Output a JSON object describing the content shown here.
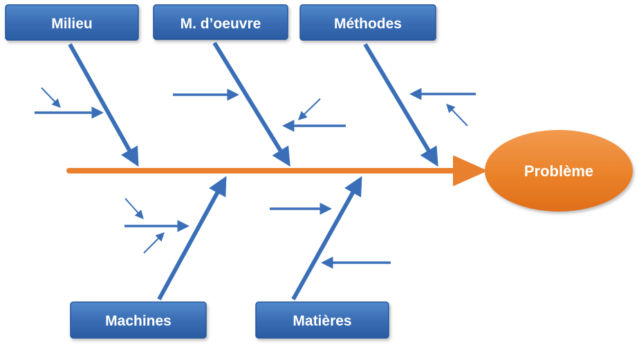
{
  "diagram": {
    "type": "fishbone-ishikawa",
    "problem": {
      "label": "Problème"
    },
    "categories": [
      {
        "id": "milieu",
        "label": "Milieu",
        "position": "top"
      },
      {
        "id": "moeuvre",
        "label": "M. d’oeuvre",
        "position": "top"
      },
      {
        "id": "methodes",
        "label": "Méthodes",
        "position": "top"
      },
      {
        "id": "machines",
        "label": "Machines",
        "position": "bottom"
      },
      {
        "id": "matieres",
        "label": "Matières",
        "position": "bottom"
      }
    ],
    "colors": {
      "spine": "#E8802D",
      "branch_blue": "#3A6FB7",
      "box_fill_top": "#4F86C7",
      "box_fill_bottom": "#2B5CA3",
      "box_border": "#24549B",
      "ellipse_top": "#F09040",
      "ellipse_bottom": "#E06E19",
      "text": "#FFFFFF"
    }
  }
}
